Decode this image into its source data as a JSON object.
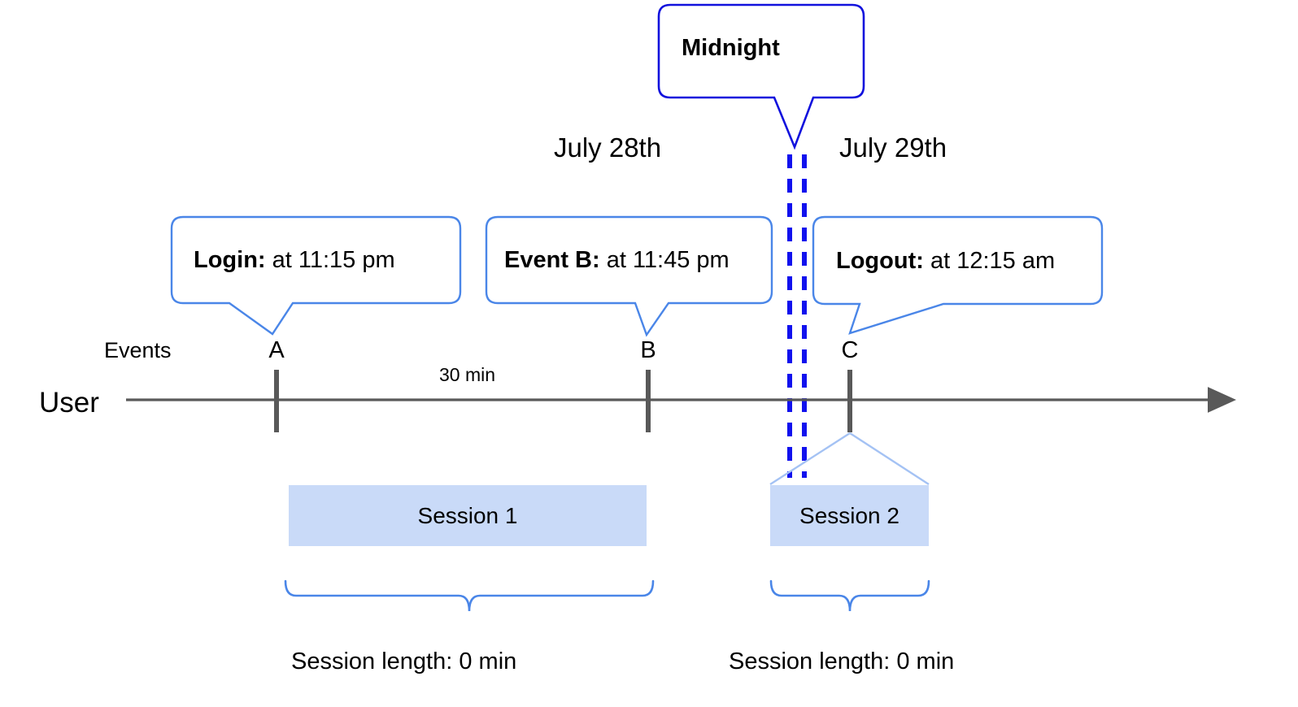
{
  "diagram": {
    "title_note": "User session timeline across midnight",
    "colors": {
      "callout_border": "#4A86E8",
      "midnight_border": "#1111DD",
      "midnight_dash": "#1111EE",
      "axis": "#595959",
      "session_fill": "#C9DAF8",
      "brace": "#4A86E8",
      "session_edge": "#A4C2F4",
      "text": "#000000"
    }
  },
  "midnight_callout": {
    "label": "Midnight"
  },
  "dates": {
    "left": "July 28th",
    "right": "July 29th"
  },
  "callouts": [
    {
      "name": "login",
      "label": "Login:",
      "value": "at 11:15 pm"
    },
    {
      "name": "event_b",
      "label": "Event B:",
      "value": "at 11:45 pm"
    },
    {
      "name": "logout",
      "label": "Logout:",
      "value": "at 12:15 am"
    }
  ],
  "axis": {
    "row_label": "User",
    "events_label": "Events",
    "gap_label": "30 min",
    "markers": [
      {
        "id": "A",
        "letter": "A"
      },
      {
        "id": "B",
        "letter": "B"
      },
      {
        "id": "C",
        "letter": "C"
      }
    ]
  },
  "sessions": [
    {
      "id": "session1",
      "label": "Session 1",
      "length_label": "Session length: 0 min"
    },
    {
      "id": "session2",
      "label": "Session 2",
      "length_label": "Session length: 0 min"
    }
  ],
  "chart_data": {
    "type": "timeline",
    "title": "User session timeline across midnight",
    "day_boundary": {
      "label": "Midnight",
      "between": [
        "July 28th",
        "July 29th"
      ]
    },
    "events": [
      {
        "marker": "A",
        "name": "Login",
        "time": "11:15 pm",
        "date": "July 28th"
      },
      {
        "marker": "B",
        "name": "Event B",
        "time": "11:45 pm",
        "date": "July 28th"
      },
      {
        "marker": "C",
        "name": "Logout",
        "time": "12:15 am",
        "date": "July 29th"
      }
    ],
    "intervals": [
      {
        "from": "A",
        "to": "B",
        "label": "30 min"
      }
    ],
    "sessions": [
      {
        "name": "Session 1",
        "spans": [
          "A",
          "B"
        ],
        "length": "0 min"
      },
      {
        "name": "Session 2",
        "spans": [
          "C"
        ],
        "length": "0 min"
      }
    ]
  }
}
